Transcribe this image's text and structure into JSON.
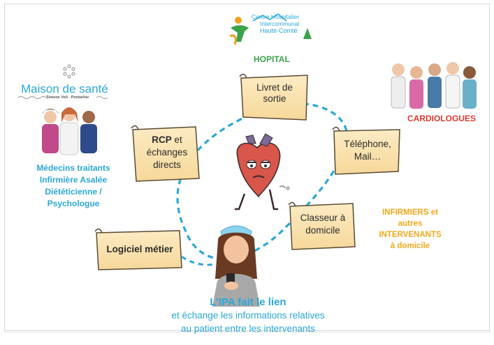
{
  "hospital": {
    "logo_line1": "Centre Hospitalier",
    "logo_line2": "Intercommunal",
    "logo_line3": "Haute-Comté",
    "label": "HOPITAL"
  },
  "maison_sante": {
    "title": "Maison de santé",
    "subtitle": "Simone Veil - Pontarlier",
    "lines": [
      "Médecins traitants",
      "Infirmière Asalée",
      "Diététicienne /",
      "Psychologue"
    ]
  },
  "cardiologues": {
    "label": "CARDIOLOGUES"
  },
  "infirmiers": {
    "lines": [
      "INFIRMIERS et",
      "autres",
      "INTERVENANTS",
      "à domicile"
    ]
  },
  "scrolls": {
    "livret": [
      "Livret de",
      "sortie"
    ],
    "rcp_bold": "RCP",
    "rcp_rest": [
      " et",
      "échanges",
      "directs"
    ],
    "telephone": [
      "Téléphone,",
      "Mail…"
    ],
    "classeur": [
      "Classeur à",
      "domicile"
    ],
    "logiciel": "Logiciel métier"
  },
  "ipa": {
    "title": "L’IPA fait le lien",
    "line1": "et échange les informations relatives",
    "line2": "au patient entre les intervenants"
  },
  "colors": {
    "dash": "#2aa8d8",
    "scroll_fill": "#fbe3b0",
    "scroll_stroke": "#5a4a35",
    "blue": "#2aa8d8",
    "red": "#e23a2e",
    "green": "#3aa34a",
    "orange": "#f3a81a"
  }
}
